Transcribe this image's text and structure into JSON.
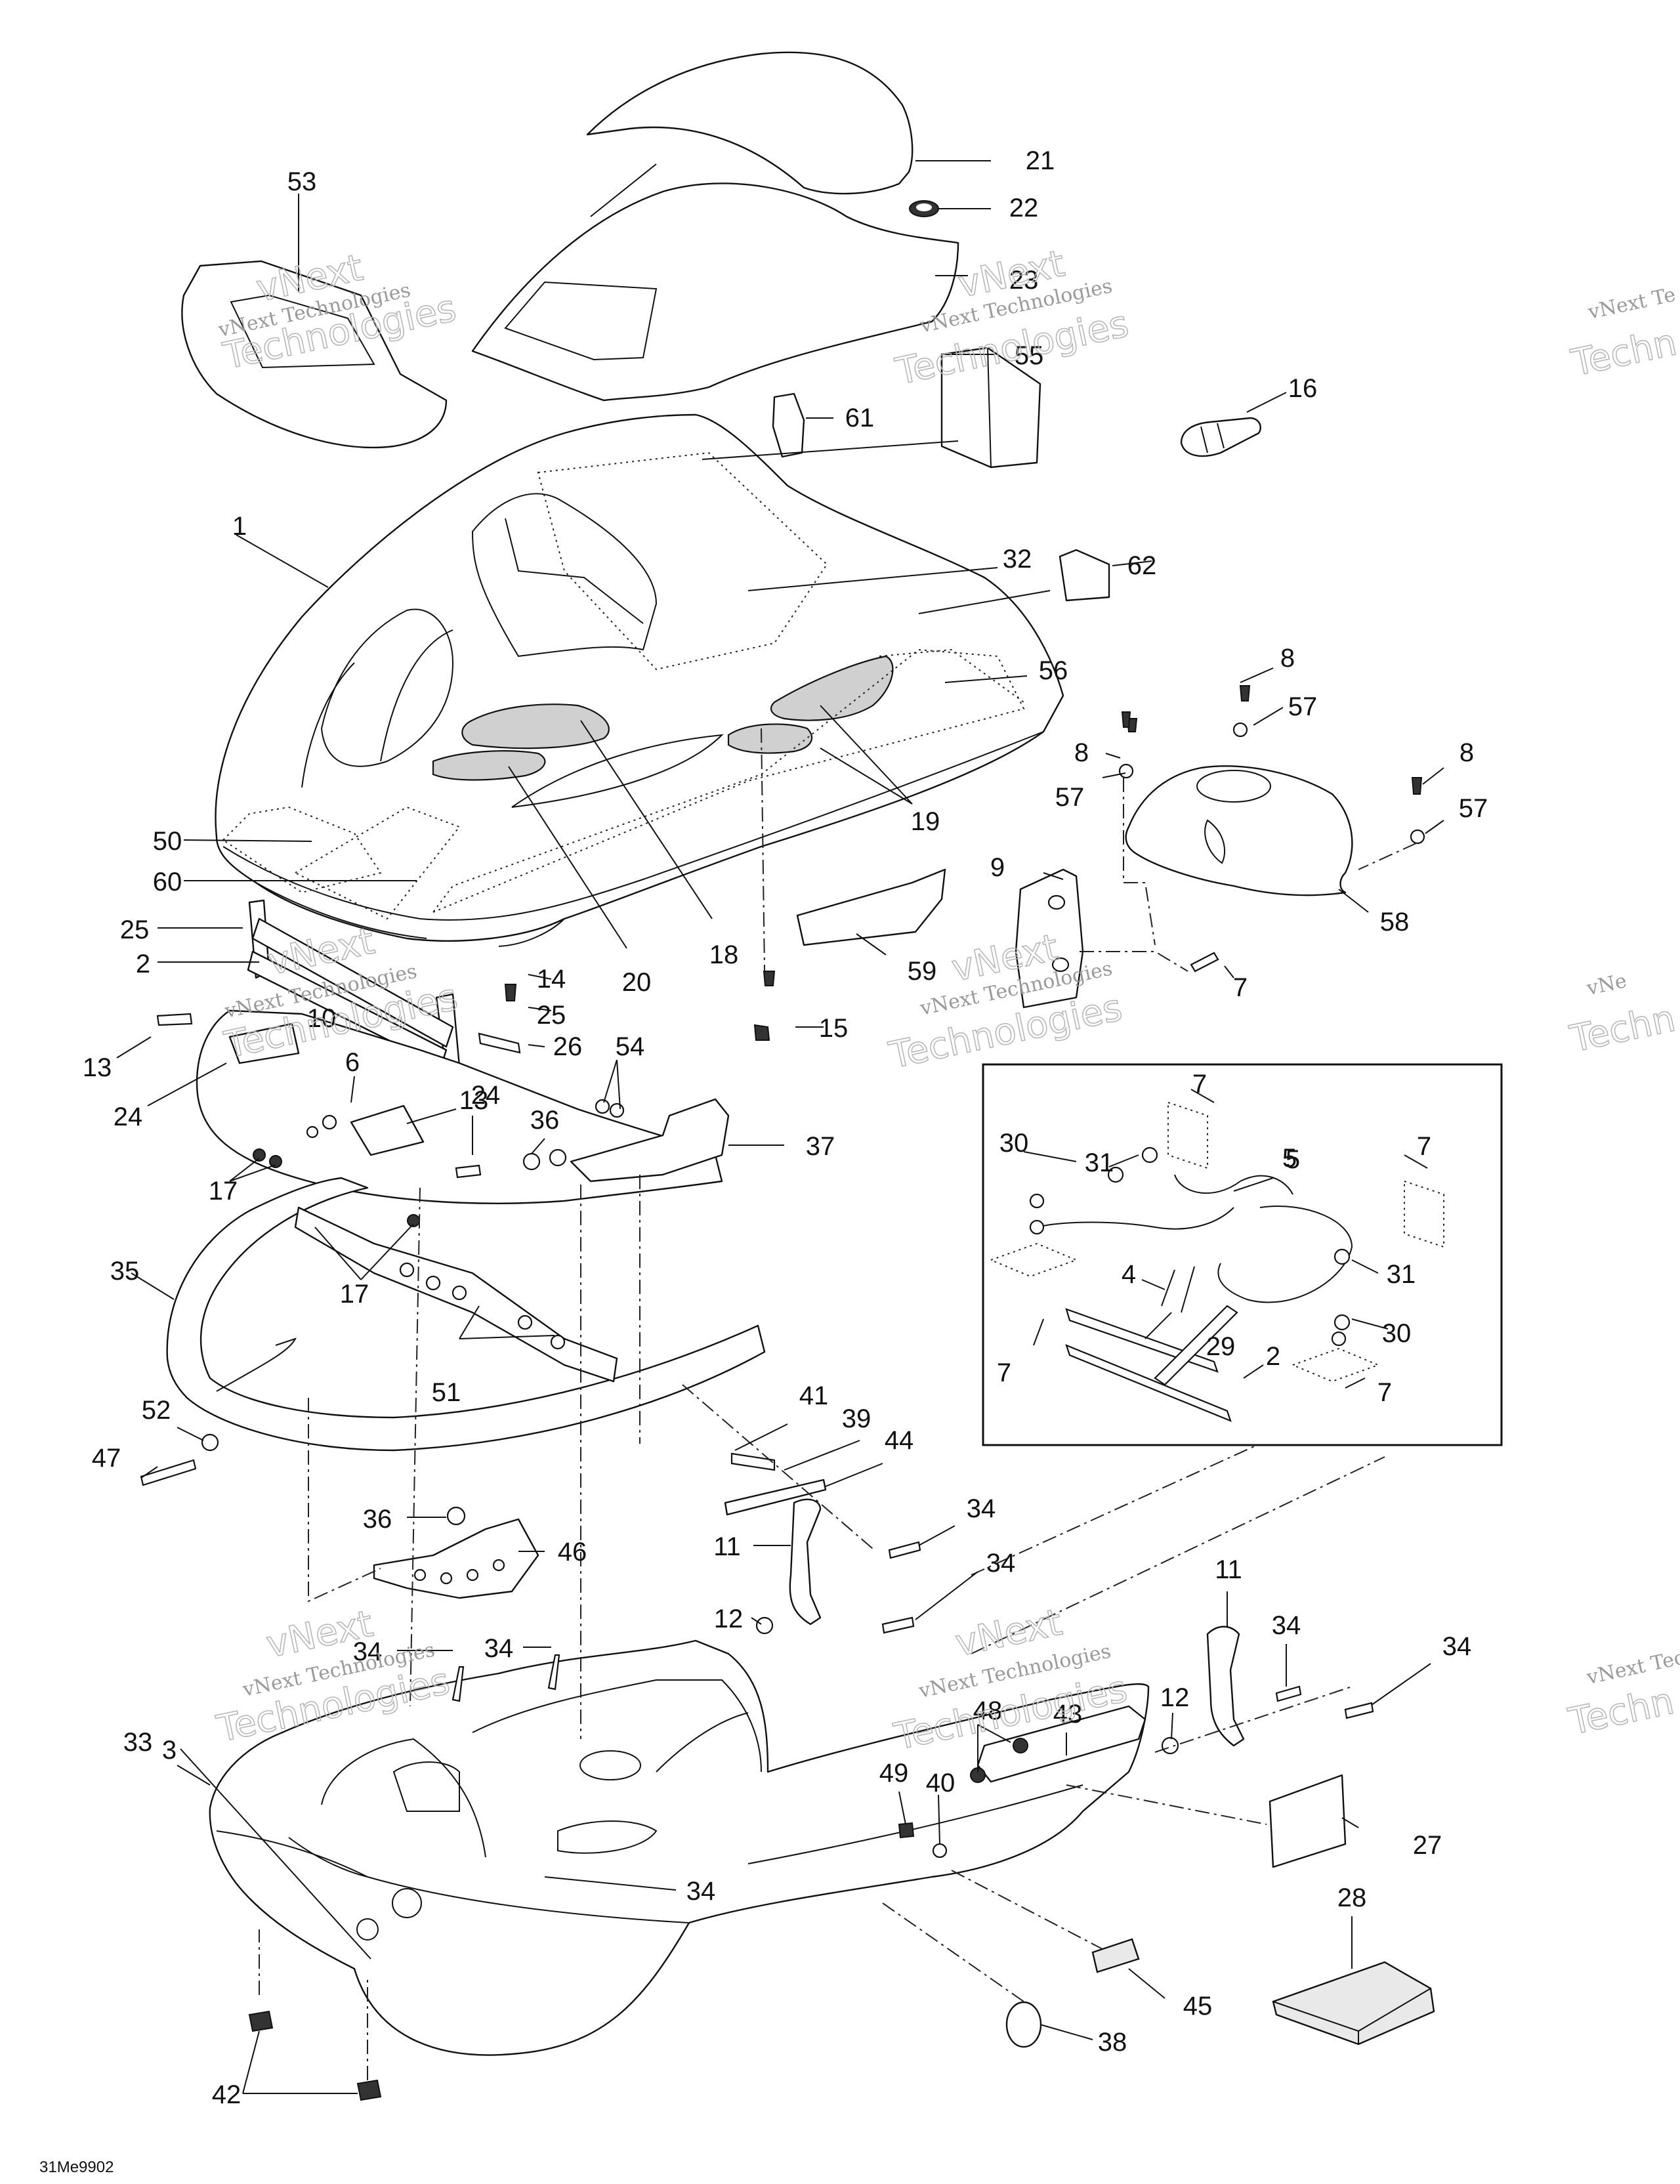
{
  "drawing_code": "31Me9902",
  "watermark": {
    "line1": "vNext Technologies",
    "big_line1": "vNext",
    "big_line2": "Technologies",
    "edge_partial_1": "vNext Te",
    "edge_partial_2": "vNe",
    "edge_partial_3": "vNext Tec",
    "edge_partial_4": "Techn"
  },
  "callouts": [
    {
      "id": "c1",
      "label": "1"
    },
    {
      "id": "c2",
      "label": "2"
    },
    {
      "id": "c3",
      "label": "3"
    },
    {
      "id": "c5",
      "label": "5"
    },
    {
      "id": "c6",
      "label": "6"
    },
    {
      "id": "c7a",
      "label": "7"
    },
    {
      "id": "c8a",
      "label": "8"
    },
    {
      "id": "c8b",
      "label": "8"
    },
    {
      "id": "c8c",
      "label": "8"
    },
    {
      "id": "c9",
      "label": "9"
    },
    {
      "id": "c10",
      "label": "10"
    },
    {
      "id": "c11a",
      "label": "11"
    },
    {
      "id": "c11b",
      "label": "11"
    },
    {
      "id": "c12a",
      "label": "12"
    },
    {
      "id": "c12b",
      "label": "12"
    },
    {
      "id": "c13a",
      "label": "13"
    },
    {
      "id": "c13b",
      "label": "13"
    },
    {
      "id": "c14",
      "label": "14"
    },
    {
      "id": "c15",
      "label": "15"
    },
    {
      "id": "c16",
      "label": "16"
    },
    {
      "id": "c17a",
      "label": "17"
    },
    {
      "id": "c17b",
      "label": "17"
    },
    {
      "id": "c18",
      "label": "18"
    },
    {
      "id": "c19",
      "label": "19"
    },
    {
      "id": "c20",
      "label": "20"
    },
    {
      "id": "c21",
      "label": "21"
    },
    {
      "id": "c22",
      "label": "22"
    },
    {
      "id": "c23",
      "label": "23"
    },
    {
      "id": "c24a",
      "label": "24"
    },
    {
      "id": "c24b",
      "label": "24"
    },
    {
      "id": "c25a",
      "label": "25"
    },
    {
      "id": "c25b",
      "label": "25"
    },
    {
      "id": "c26",
      "label": "26"
    },
    {
      "id": "c27",
      "label": "27"
    },
    {
      "id": "c28",
      "label": "28"
    },
    {
      "id": "c32",
      "label": "32"
    },
    {
      "id": "c33",
      "label": "33"
    },
    {
      "id": "c34a",
      "label": "34"
    },
    {
      "id": "c34b",
      "label": "34"
    },
    {
      "id": "c34c",
      "label": "34"
    },
    {
      "id": "c34d",
      "label": "34"
    },
    {
      "id": "c34e",
      "label": "34"
    },
    {
      "id": "c34f",
      "label": "34"
    },
    {
      "id": "c34g",
      "label": "34"
    },
    {
      "id": "c35",
      "label": "35"
    },
    {
      "id": "c36a",
      "label": "36"
    },
    {
      "id": "c36b",
      "label": "36"
    },
    {
      "id": "c37",
      "label": "37"
    },
    {
      "id": "c38",
      "label": "38"
    },
    {
      "id": "c39",
      "label": "39"
    },
    {
      "id": "c40",
      "label": "40"
    },
    {
      "id": "c41",
      "label": "41"
    },
    {
      "id": "c42",
      "label": "42"
    },
    {
      "id": "c43",
      "label": "43"
    },
    {
      "id": "c44",
      "label": "44"
    },
    {
      "id": "c45",
      "label": "45"
    },
    {
      "id": "c46",
      "label": "46"
    },
    {
      "id": "c47",
      "label": "47"
    },
    {
      "id": "c48",
      "label": "48"
    },
    {
      "id": "c49",
      "label": "49"
    },
    {
      "id": "c50",
      "label": "50"
    },
    {
      "id": "c51",
      "label": "51"
    },
    {
      "id": "c52",
      "label": "52"
    },
    {
      "id": "c53",
      "label": "53"
    },
    {
      "id": "c54",
      "label": "54"
    },
    {
      "id": "c55",
      "label": "55"
    },
    {
      "id": "c56",
      "label": "56"
    },
    {
      "id": "c57a",
      "label": "57"
    },
    {
      "id": "c57b",
      "label": "57"
    },
    {
      "id": "c57c",
      "label": "57"
    },
    {
      "id": "c58",
      "label": "58"
    },
    {
      "id": "c59",
      "label": "59"
    },
    {
      "id": "c60",
      "label": "60"
    },
    {
      "id": "c61",
      "label": "61"
    },
    {
      "id": "c62",
      "label": "62"
    }
  ],
  "inset_callouts": [
    {
      "id": "i2",
      "label": "2"
    },
    {
      "id": "i4",
      "label": "4"
    },
    {
      "id": "i5",
      "label": "5"
    },
    {
      "id": "i7a",
      "label": "7"
    },
    {
      "id": "i7b",
      "label": "7"
    },
    {
      "id": "i7c",
      "label": "7"
    },
    {
      "id": "i7d",
      "label": "7"
    },
    {
      "id": "i29",
      "label": "29"
    },
    {
      "id": "i30a",
      "label": "30"
    },
    {
      "id": "i30b",
      "label": "30"
    },
    {
      "id": "i31a",
      "label": "31"
    },
    {
      "id": "i31b",
      "label": "31"
    }
  ]
}
